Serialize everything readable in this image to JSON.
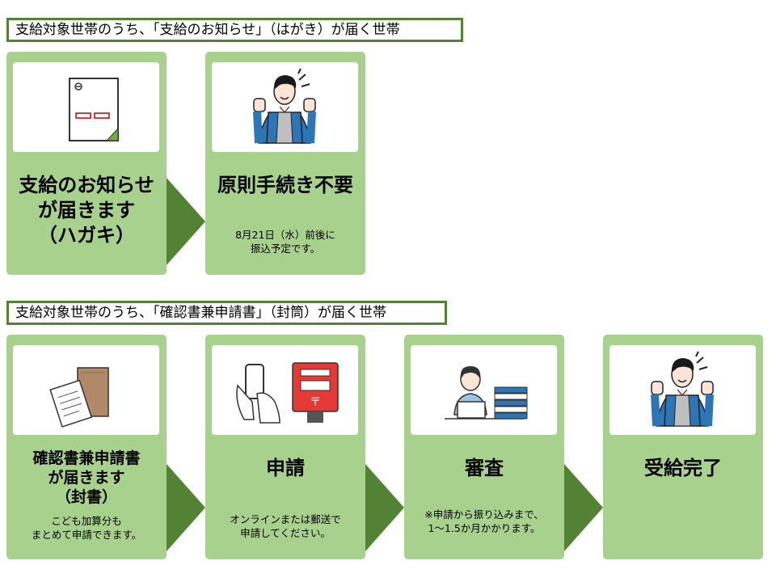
{
  "section1": {
    "header": "支給対象世帯のうち、「支給のお知らせ」（はがき）が届く世帯",
    "cards": [
      {
        "title_lines": [
          "支給のお知らせ",
          "が届きます",
          "（ハガキ）"
        ],
        "image_icon": "postcard-icon"
      },
      {
        "title_lines": [
          "原則手続き不要"
        ],
        "note_lines": [
          "8月21日（水）前後に",
          "振込予定です。"
        ],
        "image_icon": "happy-man-icon"
      }
    ]
  },
  "section2": {
    "header": "支給対象世帯のうち、「確認書兼申請書」（封筒）が届く世帯",
    "cards": [
      {
        "title_lines": [
          "確認書兼申請書",
          "が届きます",
          "（封書）"
        ],
        "note_lines": [
          "こども加算分も",
          "まとめて申請できます。"
        ],
        "image_icon": "envelope-document-icon"
      },
      {
        "title_lines": [
          "申請"
        ],
        "note_lines": [
          "オンラインまたは郵送で",
          "申請してください。"
        ],
        "image_icon": "phone-mailbox-icon"
      },
      {
        "title_lines": [
          "審査"
        ],
        "note_lines": [
          "※申請から振り込みまで、",
          "1～1.5か月かかります。"
        ],
        "image_icon": "office-worker-icon"
      },
      {
        "title_lines": [
          "受給完了"
        ],
        "image_icon": "happy-man-icon"
      }
    ]
  },
  "colors": {
    "card": "#a9d18e",
    "arrow": "#548235",
    "header_border": "#548235"
  }
}
